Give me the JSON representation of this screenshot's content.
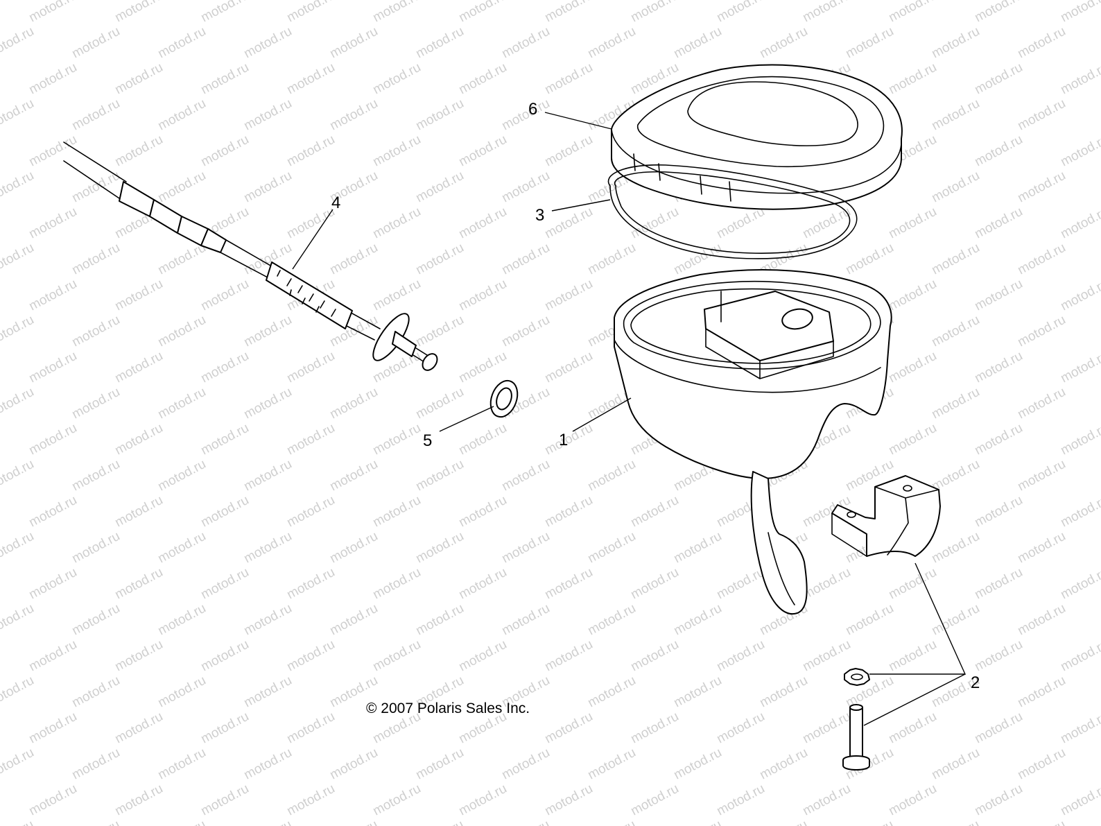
{
  "watermark": "motod.ru",
  "copyright": "© 2007 Polaris Sales Inc.",
  "callouts": {
    "c1": "1",
    "c2": "2",
    "c3": "3",
    "c4": "4",
    "c5": "5",
    "c6": "6"
  },
  "colors": {
    "line": "#000000",
    "background": "#ffffff",
    "watermark": "#cfcfcf"
  }
}
